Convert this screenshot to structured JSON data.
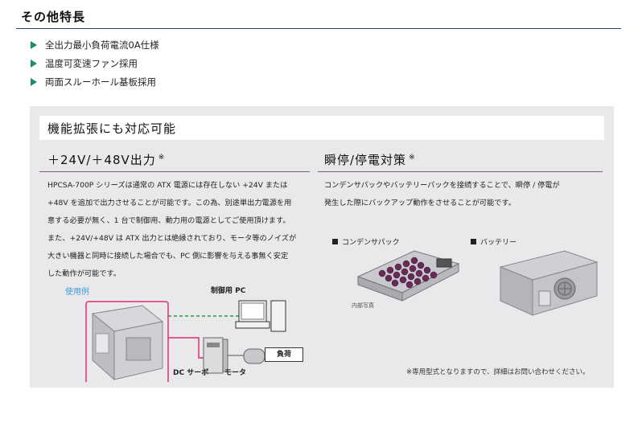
{
  "header": {
    "title": "その他特長"
  },
  "features": [
    "全出力最小負荷電流0A仕様",
    "温度可変速ファン採用",
    "両面スルーホール基板採用"
  ],
  "panel": {
    "title": "機能拡張にも対応可能",
    "left": {
      "title": "＋24V/＋48V出力",
      "mark": "※",
      "lines": [
        "HPCSA-700P シリーズは通常の ATX 電源には存在しない +24V または",
        "+48V を追加で出力させることが可能です。この為、別途単出力電源を用",
        "意する必要が無く、1 台で制御用、動力用の電源としてご使用頂けます。",
        "また、+24V/+48V は ATX 出力とは絶縁されており、モータ等のノイズが",
        "大きい機器と同時に接続した場合でも、PC 側に影響を与える事無く安定",
        "した動作が可能です。"
      ],
      "diagram": {
        "usage": "使用例",
        "pc": "制御用 PC",
        "dc": "DC サーボ",
        "motor": "モータ",
        "load": "負荷"
      }
    },
    "right": {
      "title": "瞬停/停電対策",
      "mark": "※",
      "lines": [
        "コンデンサパックやバッテリーパックを接続することで、瞬停 / 停電が",
        "発生した際にバックアップ動作をさせることが可能です。"
      ],
      "capacitor": "コンデンサパック",
      "battery": "バッテリー",
      "photo_note": "内部写真"
    },
    "note": "※専用型式となりますので、詳細はお問い合わせください。"
  },
  "colors": {
    "accent": "#1f8a72",
    "rule": "#2c3e73",
    "section_rule": "#7a5a85",
    "usage": "#3a9bd9",
    "panel_bg": "#e9e9ec"
  }
}
